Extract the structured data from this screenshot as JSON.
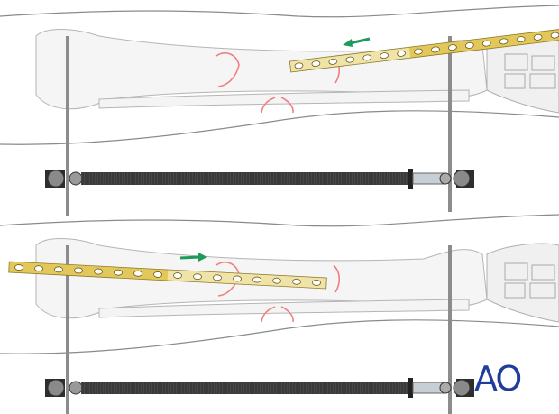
{
  "logo": {
    "text": "AO",
    "color": "#1f3d9c"
  },
  "colors": {
    "plate": "#e2c85a",
    "plate_faded": "#efe3a8",
    "fracture": "#f08080",
    "arrow": "#1e9a5a",
    "rod": "#3a3a3a",
    "outline": "#9a9a9a"
  },
  "panels": [
    {
      "id": "top",
      "arrow_direction": "left"
    },
    {
      "id": "bottom",
      "arrow_direction": "right"
    }
  ]
}
